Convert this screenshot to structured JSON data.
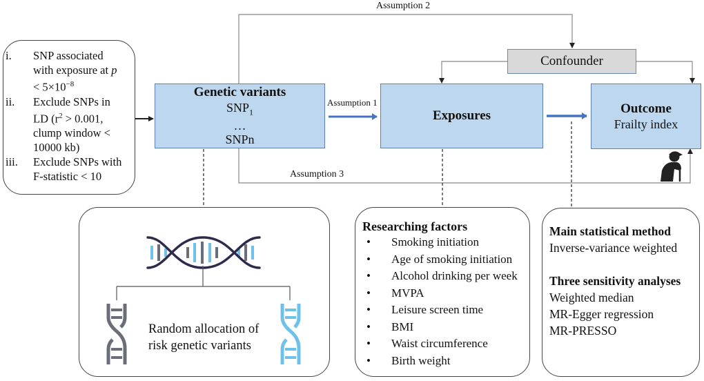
{
  "criteria": {
    "items": [
      {
        "num": "i.",
        "lines": [
          "SNP associated",
          "with exposure at ",
          "< 5×10",
          "−8"
        ],
        "p_symbol": "p"
      },
      {
        "num": "ii.",
        "text_a": "Exclude SNPs in",
        "text_b_pre": "LD  (r",
        "text_b_sup": "2",
        "text_b_post": " > 0.001,",
        "text_c": "clump window <",
        "text_d": "10000 kb)"
      },
      {
        "num": "iii.",
        "text_a": "Exclude SNPs with",
        "text_b": "F-statistic < 10"
      }
    ]
  },
  "genetic_variants": {
    "title": "Genetic variants",
    "snp1_base": "SNP",
    "snp1_sub": "1",
    "ellipsis": "…",
    "snpn": "SNPn"
  },
  "exposures": {
    "title": "Exposures"
  },
  "outcome": {
    "title": "Outcome",
    "subtitle": "Frailty index"
  },
  "confounder": {
    "label": "Confounder"
  },
  "assumptions": {
    "a1": "Assumption  1",
    "a2": "Assumption 2",
    "a3": "Assumption 3"
  },
  "dna_box": {
    "text_line1": "Random allocation of",
    "text_line2": "risk genetic variants"
  },
  "researching": {
    "title": "Researching factors",
    "bullet": "•",
    "items": [
      "Smoking  initiation",
      "Age of smoking  initiation",
      "Alcohol drinking  per week",
      "MVPA",
      "Leisure screen time",
      "BMI",
      "Waist circumference",
      "Birth weight"
    ]
  },
  "methods": {
    "main_title": "Main statistical method",
    "main_item": "Inverse-variance weighted",
    "sens_title": "Three sensitivity analyses",
    "sens_items": [
      "Weighted median",
      "MR-Egger regression",
      "MR-PRESSO"
    ]
  },
  "colors": {
    "box_fill": "#bdd7ee",
    "box_border": "#5b7fb5",
    "confounder_fill": "#d9d9d9",
    "arrow_blue": "#4472c4",
    "dna_dark": "#2e2a4a",
    "dna_gray": "#6b6e78",
    "dna_light": "#6ec1ea"
  }
}
